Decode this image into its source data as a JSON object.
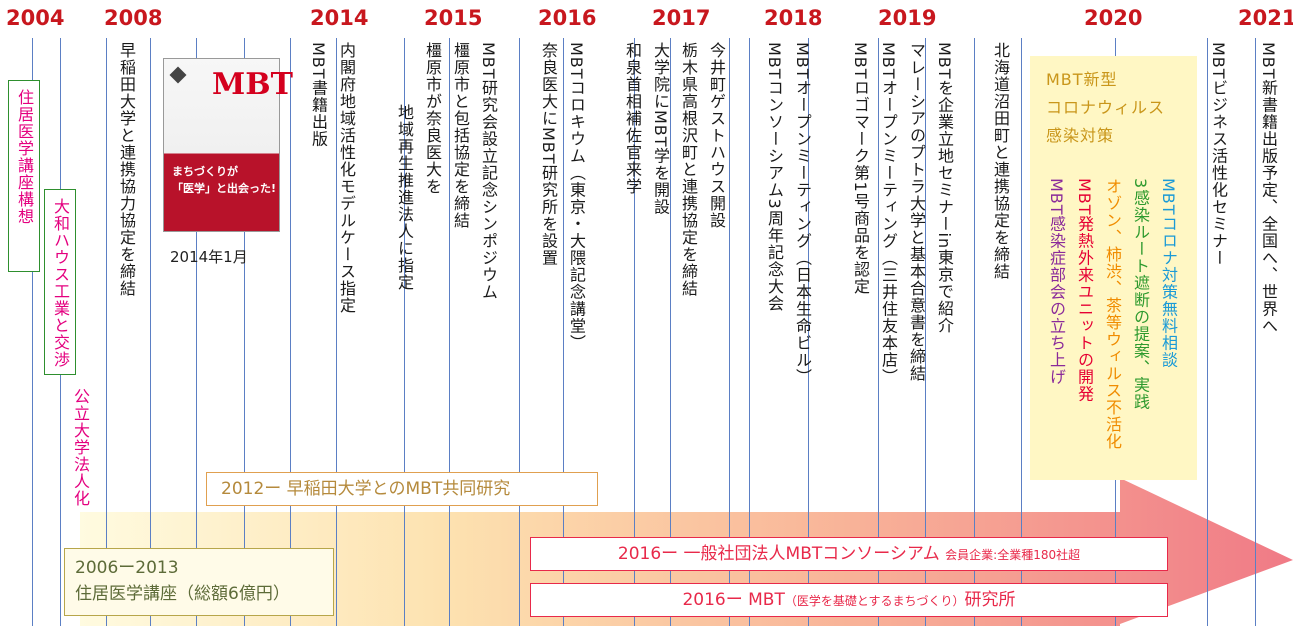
{
  "years": [
    "2004",
    "2008",
    "2014",
    "2015",
    "2016",
    "2017",
    "2018",
    "2019",
    "2020",
    "2021"
  ],
  "boxes": {
    "juukyo_kouza": "住居医学講座構想",
    "daiwa": "大和ハウス工業と交渉",
    "koritsu": "公立大学法人化"
  },
  "events": {
    "waseda": "早稲田大学と連携協力協定を締結",
    "book_caption": "2014年1月",
    "naikaku": "内閣府地域活性化モデルケース指定",
    "book": "MBT書籍出版",
    "kashihara_city": "橿原市と包括協定を締結",
    "mbt_symposium": "MBT研究会設立記念シンポジウム",
    "kashihara_nara": "橿原市が奈良医大を",
    "chiiki": "地域再生推進法人に指定",
    "colloquium": "MBTコロキウム（東京・大隈記念講堂）",
    "nara_lab": "奈良医大にMBT研究所を設置",
    "imai": "今井町ゲストハウス開設",
    "tochigi": "栃木県高根沢町と連携協定を締結",
    "daigakuin": "大学院にMBT学を開設",
    "izumi": "和泉首相補佐官来学",
    "open1": "MBTオープンミーティング（日本生命ビル）",
    "consortium3": "MBTコンソーシアム3周年記念大会",
    "seminar": "MBTを企業立地セミナーin東京で紹介",
    "malaysia": "マレーシアのプトラ大学と基本合意書を締結",
    "open2": "MBTオープンミーティング（三井住友本店）",
    "logo": "MBTロゴマーク第1号商品を認定",
    "hokkaido": "北海道沼田町と連携協定を締結",
    "business": "MBTビジネス活性化セミナー",
    "new_book": "MBT新書籍出版予定、全国へ、世界へ"
  },
  "book_cover": {
    "logo": "MBT",
    "line1": "まちづくりが",
    "line2": "「医学」と出会った!"
  },
  "covid": {
    "title1": "MBT新型",
    "title2": "コロナウィルス",
    "title3": "感染対策",
    "item1": "MBTコロナ対策無料相談",
    "item2": "3感染ルート遮断の提案、実践",
    "item3": "オゾン、柿渋、茶等ウィルス不活化",
    "item4": "MBT発熱外来ユニットの開発",
    "item5": "MBT感染症部会の立ち上げ"
  },
  "bars": {
    "waseda_research": "2012ー 早稲田大学とのMBT共同研究",
    "kouza_line1": "2006ー2013",
    "kouza_line2": "住居医学講座（総額6億円）",
    "ippan_main": "2016ー 一般社団法人MBTコンソーシアム",
    "ippan_sub": "会員企業:全業種180社超",
    "lab_prefix": "2016ー MBT",
    "lab_small": "（医学を基礎とするまちづくり）",
    "lab_suffix": "研究所"
  },
  "colors": {
    "year_red": "#c8171e",
    "timeline_blue": "#5b7fc4",
    "pink": "#e4007f",
    "covid_bg": "#fff7c4",
    "cyan": "#1a9ad6",
    "green": "#2e9a2e",
    "orange": "#f08c00",
    "red": "#e60033",
    "purple": "#8a2a9a",
    "arrow_start": "#fff6c8",
    "arrow_end": "#f07080"
  }
}
